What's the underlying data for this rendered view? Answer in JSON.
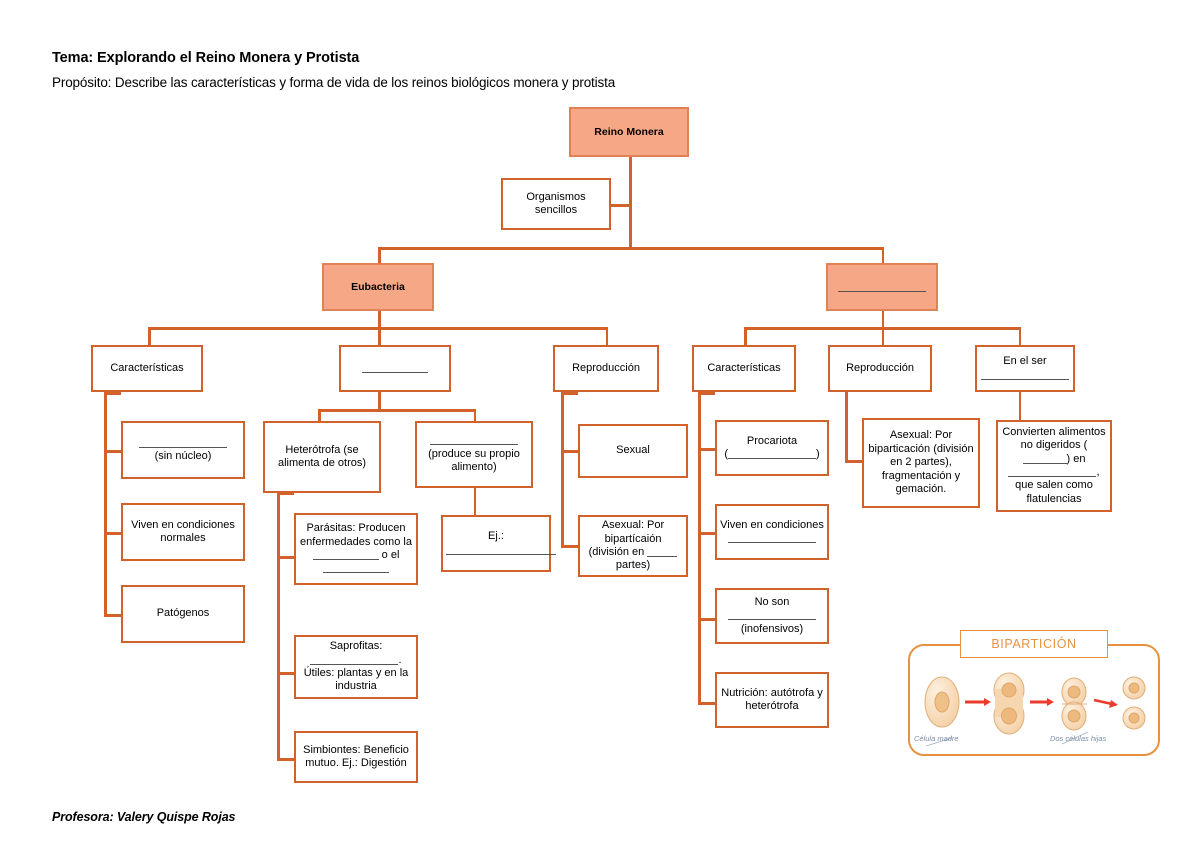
{
  "header": {
    "tema": "Tema: Explorando el Reino Monera y Protista",
    "proposito": "Propósito:  Describe las características y forma de vida de los reinos biológicos monera y protista"
  },
  "footer": {
    "text": "Profesora: Valery Quispe Rojas"
  },
  "colors": {
    "box_border": "#d2622a",
    "box_fill_accent": "#f6a785",
    "illustration_orange": "#e8923f",
    "blank_line": "#555555"
  },
  "diagram": {
    "root": "Reino Monera",
    "subroot": "Organismos sencillos",
    "branch_left": {
      "title": "Eubacteria"
    },
    "branch_right": {
      "title": "",
      "title_is_blank": true
    },
    "left_nodes": {
      "caracteristicas": "Características",
      "nutricion_blank": "",
      "reproduccion": "Reproducción"
    },
    "left_caracteristicas_children": [
      {
        "pre": "",
        "blank": true,
        "post": "(sin núcleo)"
      },
      {
        "pre": "Viven en condiciones normales",
        "blank": false,
        "post": ""
      },
      {
        "pre": "Patógenos",
        "blank": false,
        "post": ""
      }
    ],
    "left_nutricion_children": {
      "heterotrofa": "Heterótrofa (se alimenta de otros)",
      "autotrofa_blank_caption": "(produce su propio alimento)",
      "ej_label": "Ej.:"
    },
    "heterotrofa_children": [
      "Parásitas: Producen enfermedades como la ________ o el ________",
      "Saprofitas: ________. Útiles: plantas y en la industria",
      "Simbiontes: Beneficio mutuo. Ej.: Digestión"
    ],
    "left_reproduccion_children": [
      "Sexual",
      "Asexual: Por bipartícaión (división en ___ partes)"
    ],
    "right_nodes": {
      "caracteristicas": "Características",
      "reproduccion": "Reproducción",
      "en_el_ser": "En el ser"
    },
    "right_caracteristicas_children": [
      {
        "line1": "Procariota",
        "line2": "(________)"
      },
      {
        "line1": "Viven en condiciones",
        "line2": "________"
      },
      {
        "line1": "No son ________",
        "line2": "(inofensivos)"
      },
      {
        "line1": "Nutrición: autótrofa y heterótrofa",
        "line2": ""
      }
    ],
    "right_reproduccion_children": [
      "Asexual: Por biparticación (división en 2 partes), fragmentación y gemación."
    ],
    "right_enelser_children": [
      "Convierten alimentos no digeridos (________) en ________, que salen como flatulencias"
    ]
  },
  "illustration": {
    "title": "BIPARTICIÓN",
    "caption_left": "Célula madre",
    "caption_right": "Dos células hijas"
  }
}
